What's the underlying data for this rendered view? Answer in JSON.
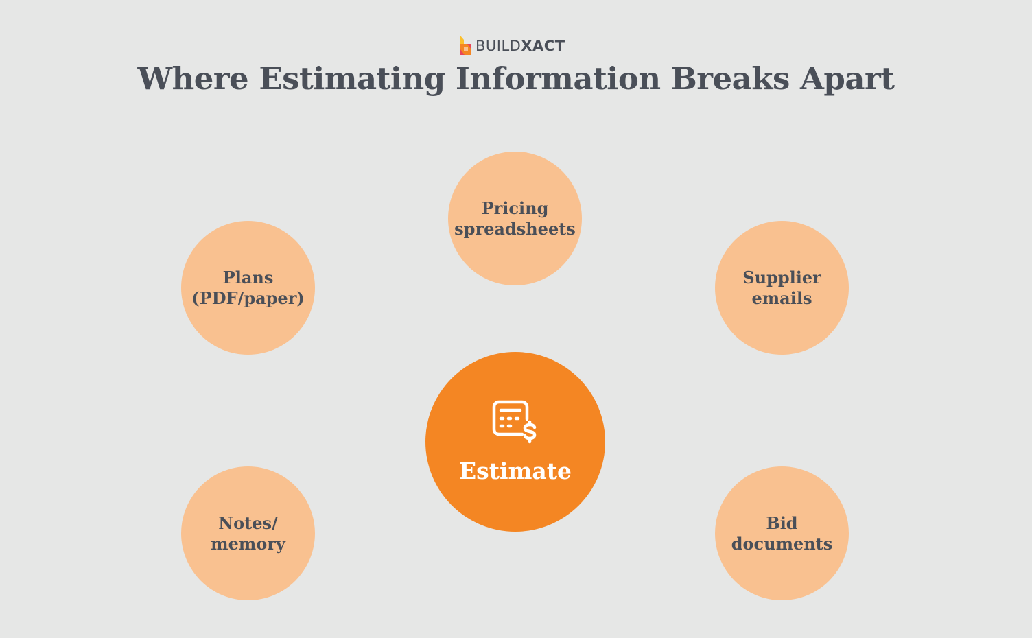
{
  "brand": {
    "logo_text_light": "BUILD",
    "logo_text_bold": "XACT",
    "colors": {
      "logo_orange": "#f48623",
      "logo_red": "#e8465a",
      "logo_yellow": "#fbc02d"
    }
  },
  "title": "Where Estimating Information Breaks Apart",
  "center": {
    "label": "Estimate",
    "icon": "calculator-dollar-icon",
    "color": "#f48623"
  },
  "nodes": [
    {
      "id": "pricing",
      "line1": "Pricing",
      "line2": "spreadsheets"
    },
    {
      "id": "plans",
      "line1": "Plans",
      "line2": "(PDF/paper)"
    },
    {
      "id": "supplier",
      "line1": "Supplier",
      "line2": "emails"
    },
    {
      "id": "notes",
      "line1": "Notes/",
      "line2": "memory"
    },
    {
      "id": "bid",
      "line1": "Bid",
      "line2": "documents"
    }
  ],
  "colors": {
    "background": "#e6e7e6",
    "node_fill": "#f9c190",
    "text": "#4a4f58"
  }
}
